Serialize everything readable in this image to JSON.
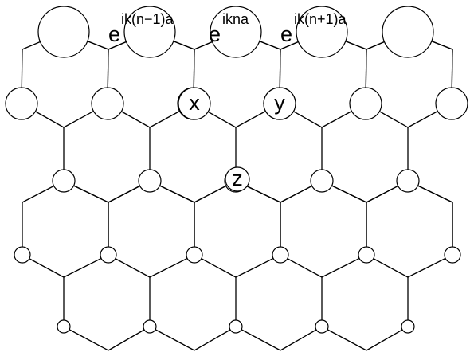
{
  "phase_labels": [
    {
      "base": "e",
      "exponent": "ik(n−1)a"
    },
    {
      "base": "e",
      "exponent": "ikna"
    },
    {
      "base": "e",
      "exponent": "ik(n+1)a"
    }
  ],
  "site_labels": {
    "x": "x",
    "y": "y",
    "z": "z"
  },
  "colors": {
    "line": "#000000",
    "atom_fill": "#ffffff",
    "background": "#ffffff"
  }
}
